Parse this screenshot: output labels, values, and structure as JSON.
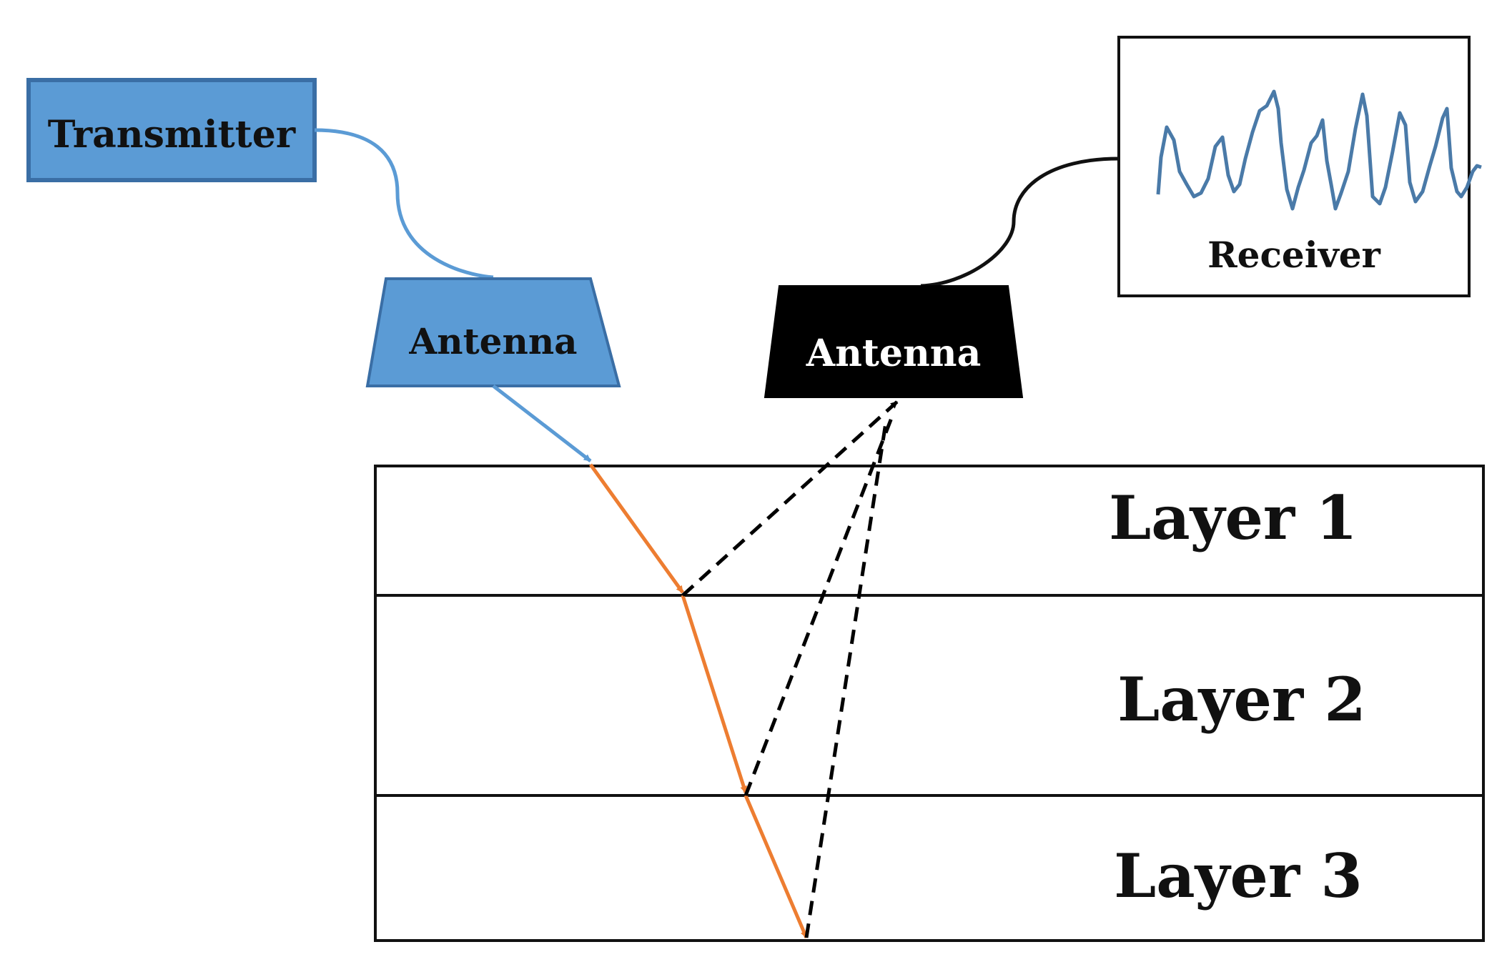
{
  "labels": {
    "transmitter": "Transmitter",
    "tx_antenna": "Antenna",
    "rx_antenna": "Antenna",
    "receiver": "Receiver"
  },
  "layers": [
    {
      "label": "Layer 1"
    },
    {
      "label": "Layer 2"
    },
    {
      "label": "Layer 3"
    }
  ],
  "colors": {
    "transmitter_fill": "#5b9bd5",
    "transmitter_border": "#3a6ea5",
    "incident_ray": "#5b9bd5",
    "refracted_ray": "#ed7d31",
    "reflected_ray": "#000000",
    "rx_antenna_fill": "#000000",
    "receiver_signal": "#4a7aa8",
    "layer_lines": "#111111"
  },
  "icons": {
    "receiver_display": "signal-waveform-icon"
  }
}
